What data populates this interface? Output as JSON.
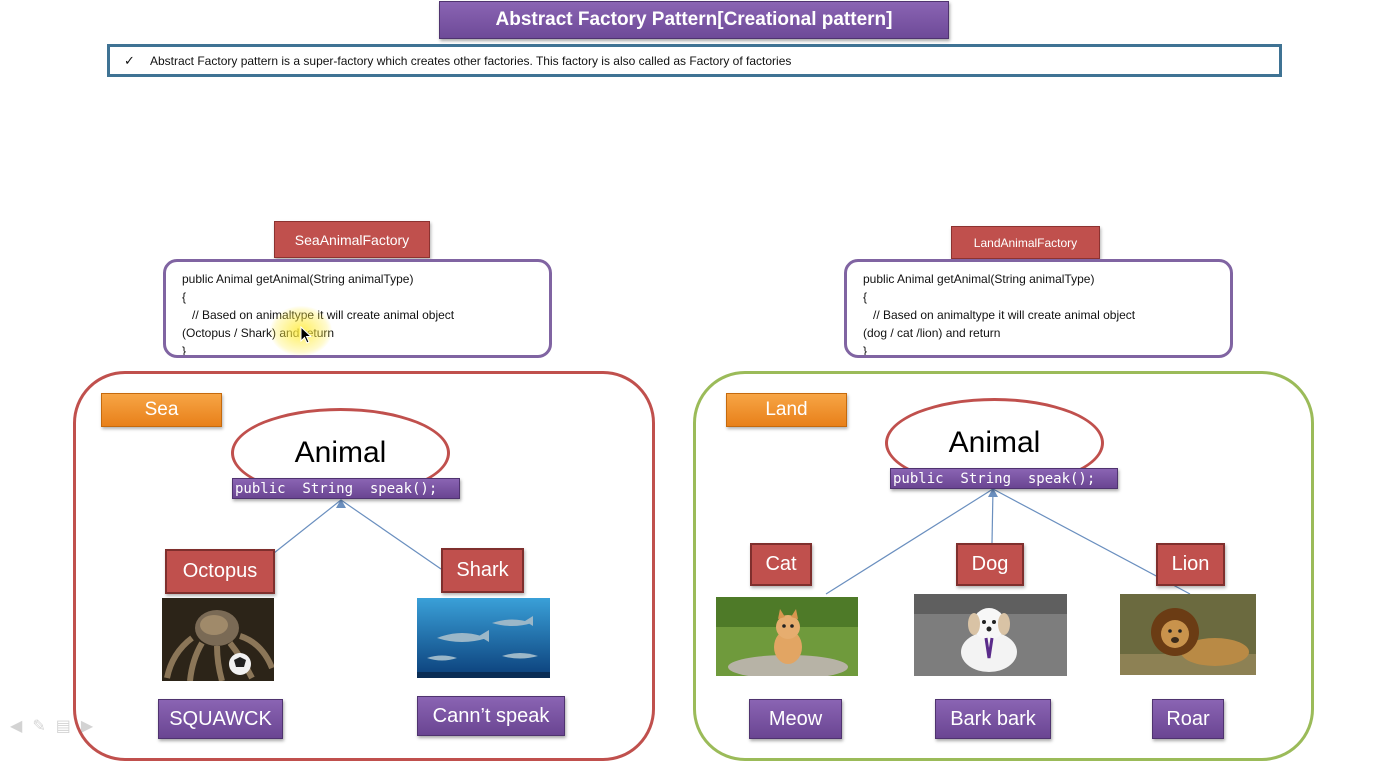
{
  "header": {
    "title": "Abstract Factory  Pattern[Creational pattern]",
    "description": "Abstract Factory pattern is a super-factory which creates other factories. This factory is also called as Factory of factories",
    "check_icon": "checkmark-icon"
  },
  "sea_factory": {
    "label": "SeaAnimalFactory",
    "code": {
      "line1": "public Animal getAnimal(String animalType)",
      "line2": "{",
      "line3": "// Based on animaltype it will create animal object",
      "line4": "(Octopus / Shark) and return",
      "line5": "}"
    }
  },
  "land_factory": {
    "label": "LandAnimalFactory",
    "code": {
      "line1": "public Animal getAnimal(String animalType)",
      "line2": "{",
      "line3": "// Based on animaltype it will create animal object",
      "line4": "(dog / cat /lion) and return",
      "line5": "}"
    }
  },
  "sea": {
    "label": "Sea",
    "animal": "Animal",
    "method": "public  String  speak();",
    "classes": [
      {
        "name": "Octopus",
        "sound": "SQUAWCK"
      },
      {
        "name": "Shark",
        "sound": "Cann’t speak"
      }
    ]
  },
  "land": {
    "label": "Land",
    "animal": "Animal",
    "method": "public  String  speak();",
    "classes": [
      {
        "name": "Cat",
        "sound": "Meow"
      },
      {
        "name": "Dog",
        "sound": "Bark bark"
      },
      {
        "name": "Lion",
        "sound": "Roar"
      }
    ]
  },
  "colors": {
    "purple": "#8064a2",
    "red": "#c0504d",
    "green": "#9bbb59",
    "orange": "#f79646",
    "blue_border": "#3f7394"
  }
}
